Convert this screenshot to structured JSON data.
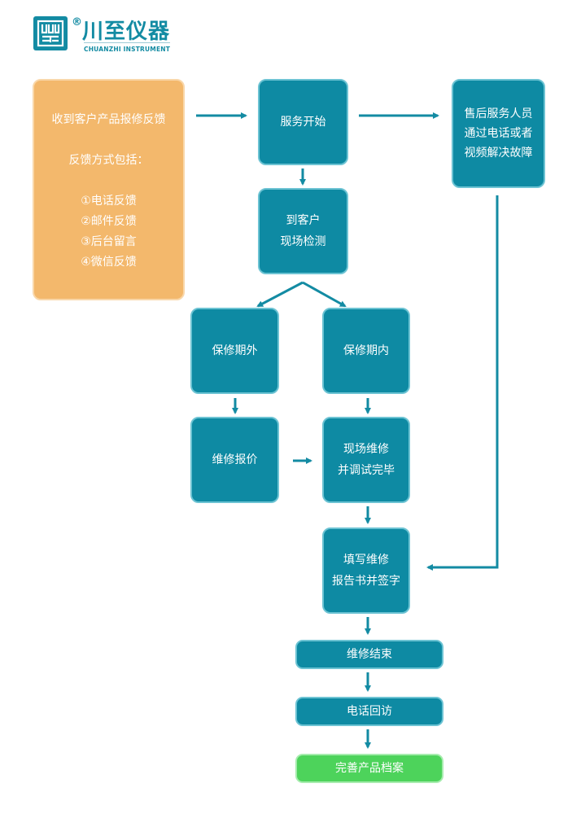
{
  "logo": {
    "name_cn": "川至仪器",
    "name_en": "CHUANZHI INSTRUMENT",
    "registered_mark": "®"
  },
  "colors": {
    "teal": "#0e8aa3",
    "orange": "#f3b86c",
    "green": "#4dd35b",
    "arrow": "#138ba3"
  },
  "nodes": {
    "feedback": {
      "title": "收到客户产品报修反馈",
      "subtitle": "反馈方式包括：",
      "methods": [
        "①电话反馈",
        "②邮件反馈",
        "③后台留言",
        "④微信反馈"
      ]
    },
    "service_start": {
      "lines": [
        "服务开始"
      ]
    },
    "remote_support": {
      "lines": [
        "售后服务人员",
        "通过电话或者",
        "视频解决故障"
      ]
    },
    "onsite_inspect": {
      "lines": [
        "到客户",
        "现场检测"
      ]
    },
    "out_of_warranty": {
      "lines": [
        "保修期外"
      ]
    },
    "in_warranty": {
      "lines": [
        "保修期内"
      ]
    },
    "repair_quote": {
      "lines": [
        "维修报价"
      ]
    },
    "onsite_repair": {
      "lines": [
        "现场维修",
        "并调试完毕"
      ]
    },
    "fill_report": {
      "lines": [
        "填写维修",
        "报告书并签字"
      ]
    },
    "repair_end": {
      "lines": [
        "维修结束"
      ]
    },
    "phone_followup": {
      "lines": [
        "电话回访"
      ]
    },
    "archive": {
      "lines": [
        "完善产品档案"
      ]
    }
  }
}
